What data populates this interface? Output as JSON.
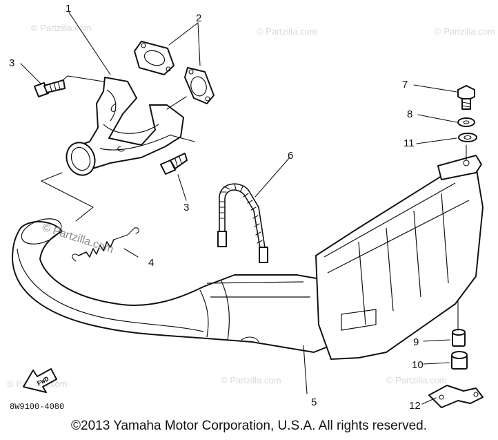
{
  "diagram": {
    "part_number": "8W9100-4080",
    "copyright": "©2013  Yamaha Motor Corporation, U.S.A. All rights reserved.",
    "watermark": "© Partzilla.com",
    "fwd_label": "FWD",
    "callouts": [
      {
        "id": "c1",
        "label": "1"
      },
      {
        "id": "c2",
        "label": "2"
      },
      {
        "id": "c3a",
        "label": "3"
      },
      {
        "id": "c3b",
        "label": "3"
      },
      {
        "id": "c4",
        "label": "4"
      },
      {
        "id": "c5",
        "label": "5"
      },
      {
        "id": "c6",
        "label": "6"
      },
      {
        "id": "c7",
        "label": "7"
      },
      {
        "id": "c8",
        "label": "8"
      },
      {
        "id": "c9",
        "label": "9"
      },
      {
        "id": "c10",
        "label": "10"
      },
      {
        "id": "c11",
        "label": "11"
      },
      {
        "id": "c12",
        "label": "12"
      }
    ]
  }
}
